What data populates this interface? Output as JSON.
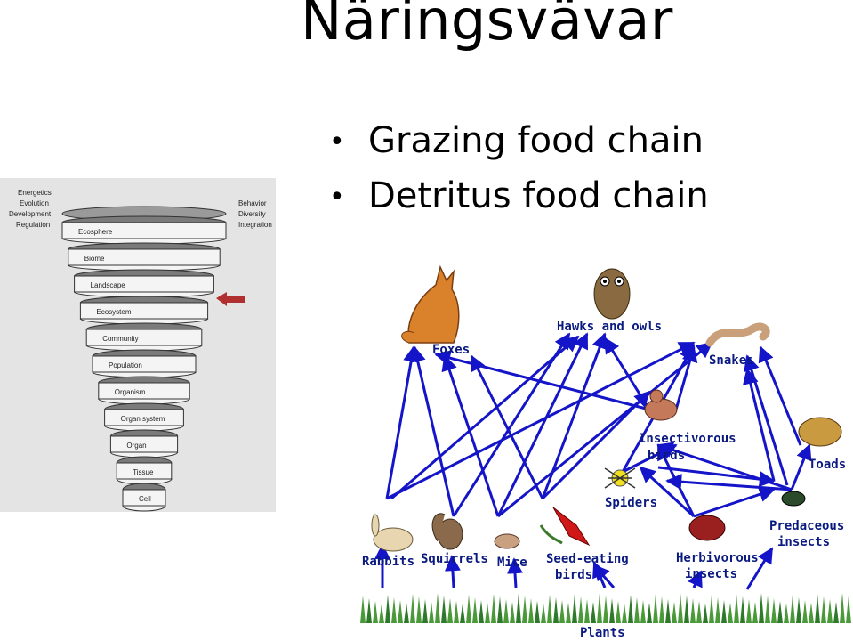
{
  "slide": {
    "title": "Näringsvävar",
    "bullets": [
      "Grazing food chain",
      "Detritus food chain"
    ]
  },
  "hierarchy": {
    "left_labels": [
      "Energetics",
      "Evolution",
      "Development",
      "Regulation"
    ],
    "right_labels": [
      "Behavior",
      "Diversity",
      "Integration"
    ],
    "levels": [
      "Ecosphere",
      "Biome",
      "Landscape",
      "Ecosystem",
      "Community",
      "Population",
      "Organism",
      "Organ system",
      "Organ",
      "Tissue",
      "Cell"
    ],
    "arrow_color": "#b03030"
  },
  "food_web": {
    "line_color": "#1414c8",
    "label_color": "#0a1a80",
    "nodes": {
      "foxes": "Foxes",
      "hawks": "Hawks and owls",
      "snakes": "Snakes",
      "insect_birds_1": "Insectivorous",
      "insect_birds_2": "birds",
      "toads": "Toads",
      "spiders": "Spiders",
      "pred_insects_1": "Predaceous",
      "pred_insects_2": "insects",
      "rabbits": "Rabbits",
      "squirrels": "Squirrels",
      "mice": "Mice",
      "seed_birds_1": "Seed-eating",
      "seed_birds_2": "birds",
      "herb_insects_1": "Herbivorous",
      "herb_insects_2": "insects",
      "plants": "Plants"
    }
  }
}
